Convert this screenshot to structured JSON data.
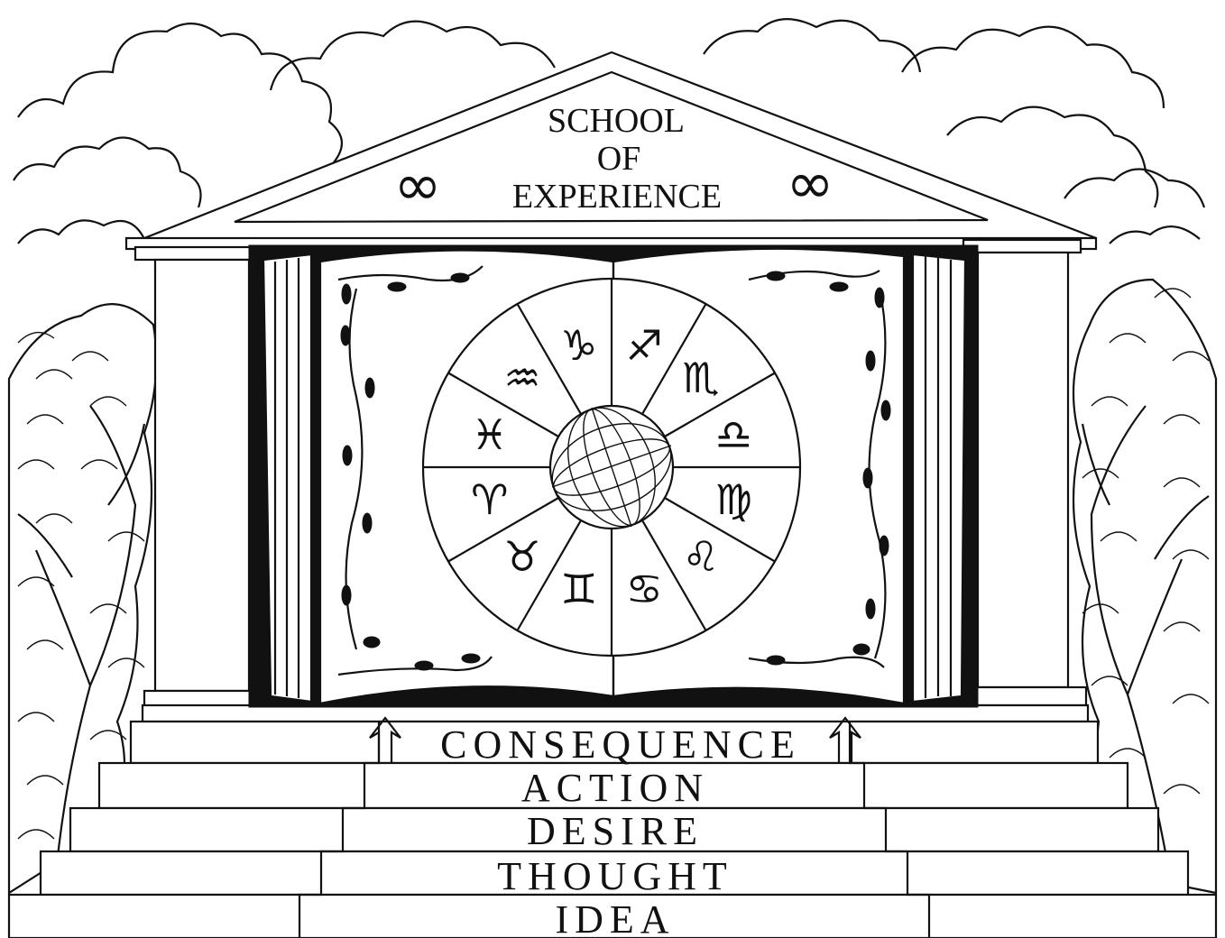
{
  "pediment": {
    "title_line_1": "SCHOOL",
    "title_line_2": "OF",
    "title_line_3": "EXPERIENCE",
    "left_symbol": "∞",
    "right_symbol": "∞"
  },
  "zodiac_wheel": {
    "signs": [
      {
        "name": "capricorn",
        "glyph": "♑"
      },
      {
        "name": "sagittarius",
        "glyph": "♐"
      },
      {
        "name": "scorpio",
        "glyph": "♏"
      },
      {
        "name": "libra",
        "glyph": "♎"
      },
      {
        "name": "virgo",
        "glyph": "♍"
      },
      {
        "name": "leo",
        "glyph": "♌"
      },
      {
        "name": "cancer",
        "glyph": "♋"
      },
      {
        "name": "gemini",
        "glyph": "♊"
      },
      {
        "name": "taurus",
        "glyph": "♉"
      },
      {
        "name": "aries",
        "glyph": "♈"
      },
      {
        "name": "pisces",
        "glyph": "♓"
      },
      {
        "name": "aquarius",
        "glyph": "♒"
      }
    ]
  },
  "steps": {
    "step_1": "CONSEQUENCE",
    "step_2": "ACTION",
    "step_3": "DESIRE",
    "step_4": "THOUGHT",
    "step_5": "IDEA"
  },
  "colors": {
    "ink": "#111111",
    "paper": "#ffffff"
  }
}
